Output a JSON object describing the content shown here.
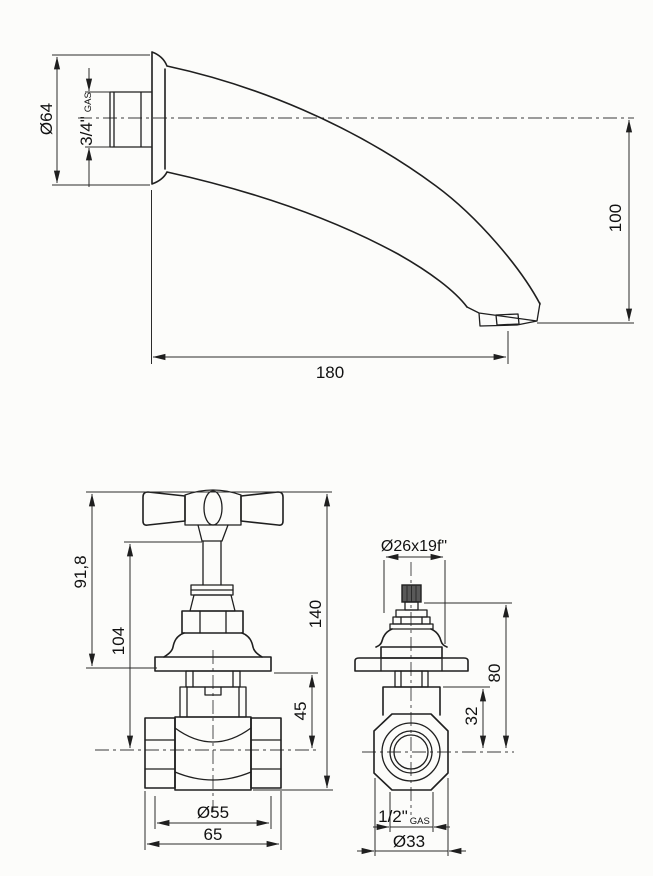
{
  "sheet": {
    "background": "#fcfcfa",
    "ink_color": "#1f1f1f"
  },
  "views": {
    "spout": {
      "dims": {
        "flange_diameter": "Ø64",
        "thread_size": "3/4\"",
        "thread_standard": "GAS",
        "drop_height": "100",
        "projection": "180"
      }
    },
    "valve_front": {
      "dims": {
        "handle_height": "91,8",
        "upper_height": "104",
        "overall_height": "140",
        "inlet_offset": "45",
        "flange_diameter": "Ø55",
        "overall_width": "65"
      }
    },
    "valve_side": {
      "dims": {
        "handle_broach": "Ø26x19f\"",
        "overall_depth": "80",
        "port_offset": "32",
        "thread_size": "1/2\"",
        "thread_standard": "GAS",
        "port_diameter": "Ø33"
      }
    }
  }
}
